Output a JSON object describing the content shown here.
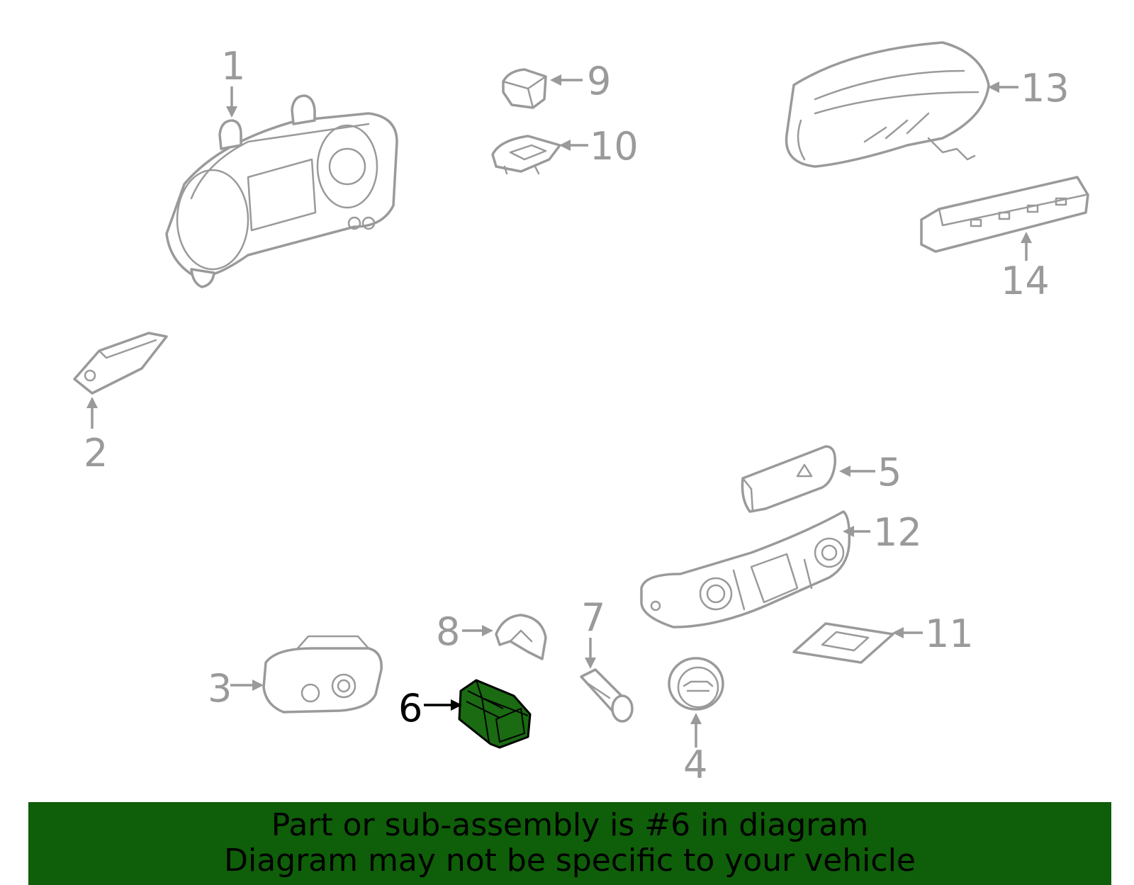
{
  "diagram": {
    "callouts": [
      "1",
      "2",
      "3",
      "4",
      "5",
      "6",
      "7",
      "8",
      "9",
      "10",
      "11",
      "12",
      "13",
      "14"
    ],
    "highlighted_part": "6",
    "colors": {
      "highlight": "#1a6b12",
      "banner": "#0f5e09",
      "line_art": "#9a9a9a"
    }
  },
  "banner": {
    "line1": "Part or sub-assembly is #6 in diagram",
    "line2": "Diagram may not be specific to your vehicle"
  }
}
